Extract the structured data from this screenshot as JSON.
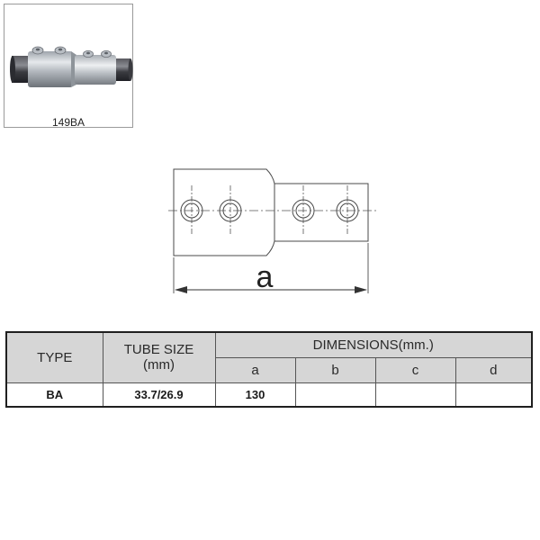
{
  "product": {
    "photo_caption": "149BA"
  },
  "drawing": {
    "dimension_label": "a"
  },
  "table": {
    "headers": {
      "type": "TYPE",
      "tube_size_line1": "TUBE SIZE",
      "tube_size_line2": "(mm)",
      "dimensions": "DIMENSIONS(mm.)",
      "dim_cols": [
        "a",
        "b",
        "c",
        "d"
      ]
    },
    "rows": [
      {
        "type": "BA",
        "tube_size": "33.7/26.9",
        "a": "130",
        "b": "",
        "c": "",
        "d": ""
      }
    ]
  },
  "colors": {
    "header_bg": "#d6d6d6",
    "border": "#1f1f1f"
  }
}
